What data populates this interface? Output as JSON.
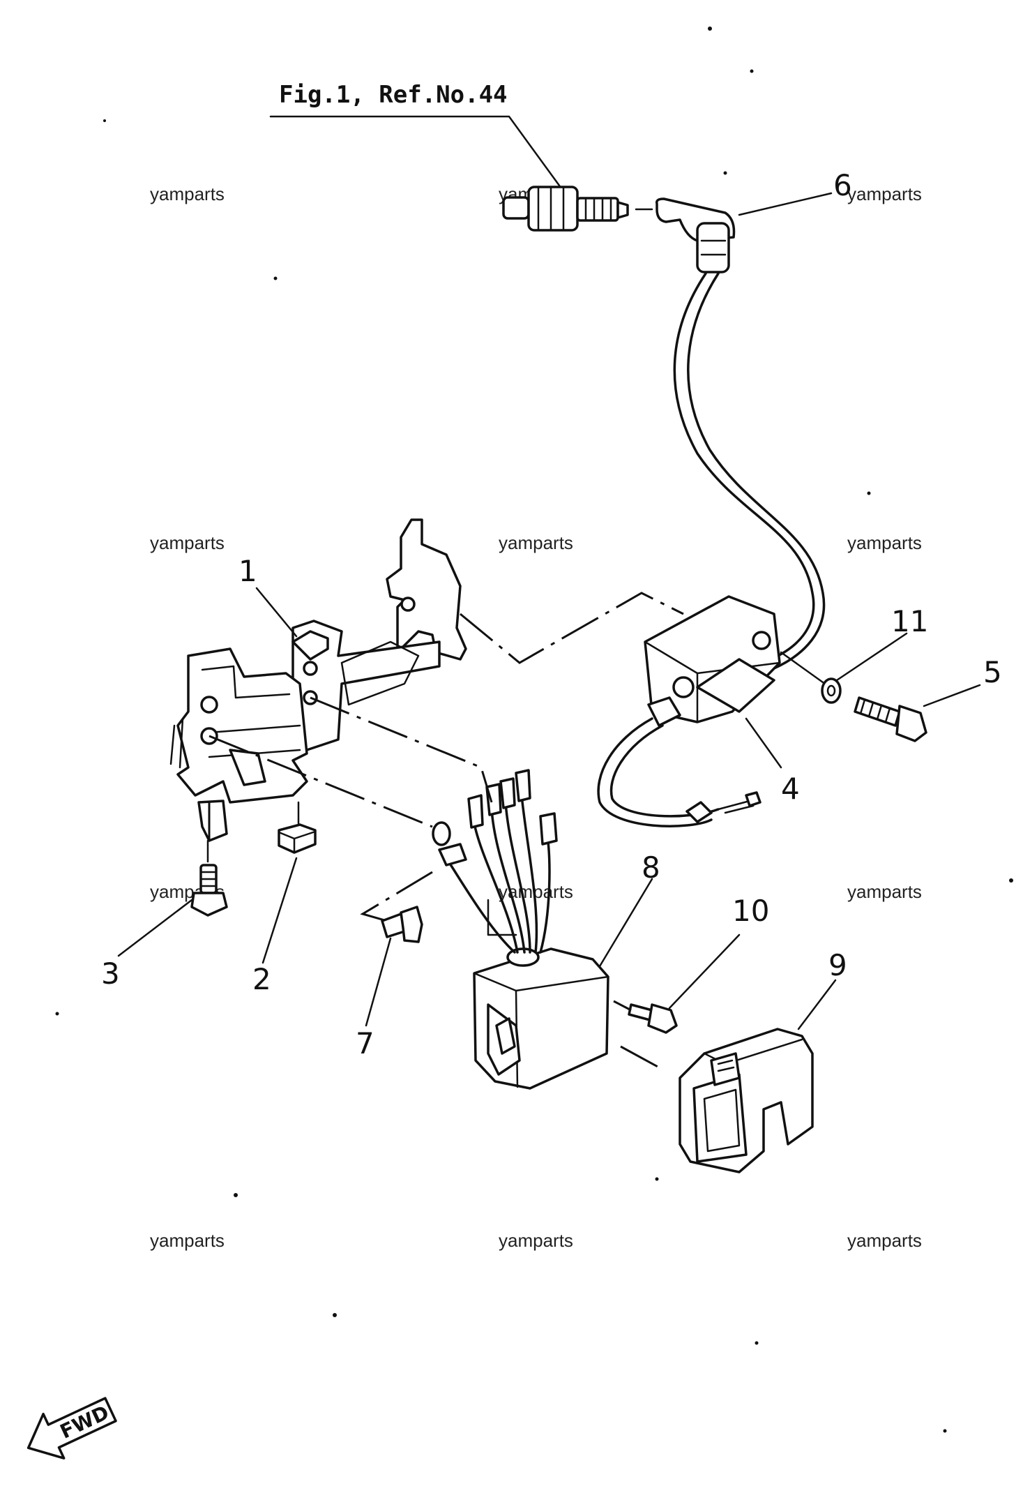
{
  "reference_label": "Fig.1, Ref.No.44",
  "watermark": "yamparts",
  "direction_label": "FWD",
  "callouts": {
    "p1": "1",
    "p2": "2",
    "p3": "3",
    "p4": "4",
    "p5": "5",
    "p6": "6",
    "p7": "7",
    "p8": "8",
    "p9": "9",
    "p10": "10",
    "p11": "11"
  }
}
